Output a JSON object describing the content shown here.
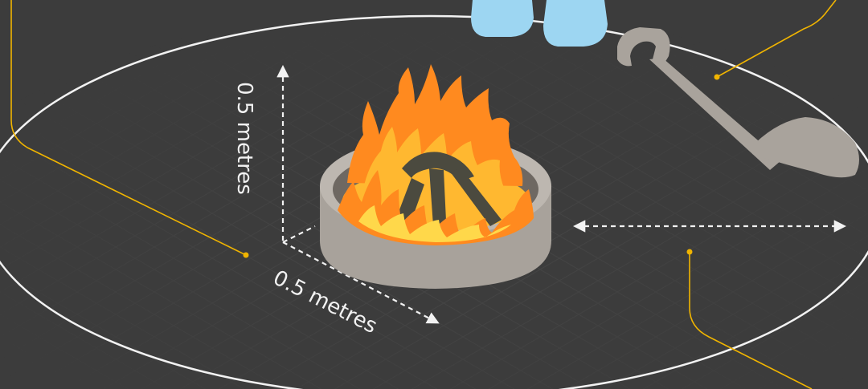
{
  "labels": {
    "height": "0.5 metres",
    "width": "0.5 metres"
  },
  "colors": {
    "background": "#3c3c3c",
    "grid": "#4a4a4a",
    "ring": "#f2f2f2",
    "callout": "#f0b400",
    "pit": "#a8a29b",
    "pit_rim": "#bdb7b0",
    "flame_outer": "#ff8a1f",
    "flame_inner": "#ffb830",
    "ember": "#ffd84a",
    "log": "#4b4a3f",
    "shovel": "#a9a39c",
    "boots": "#9dd6f2"
  },
  "icons": [
    "fire-pit",
    "shovel-icon",
    "boots-icon",
    "flame-icon"
  ]
}
